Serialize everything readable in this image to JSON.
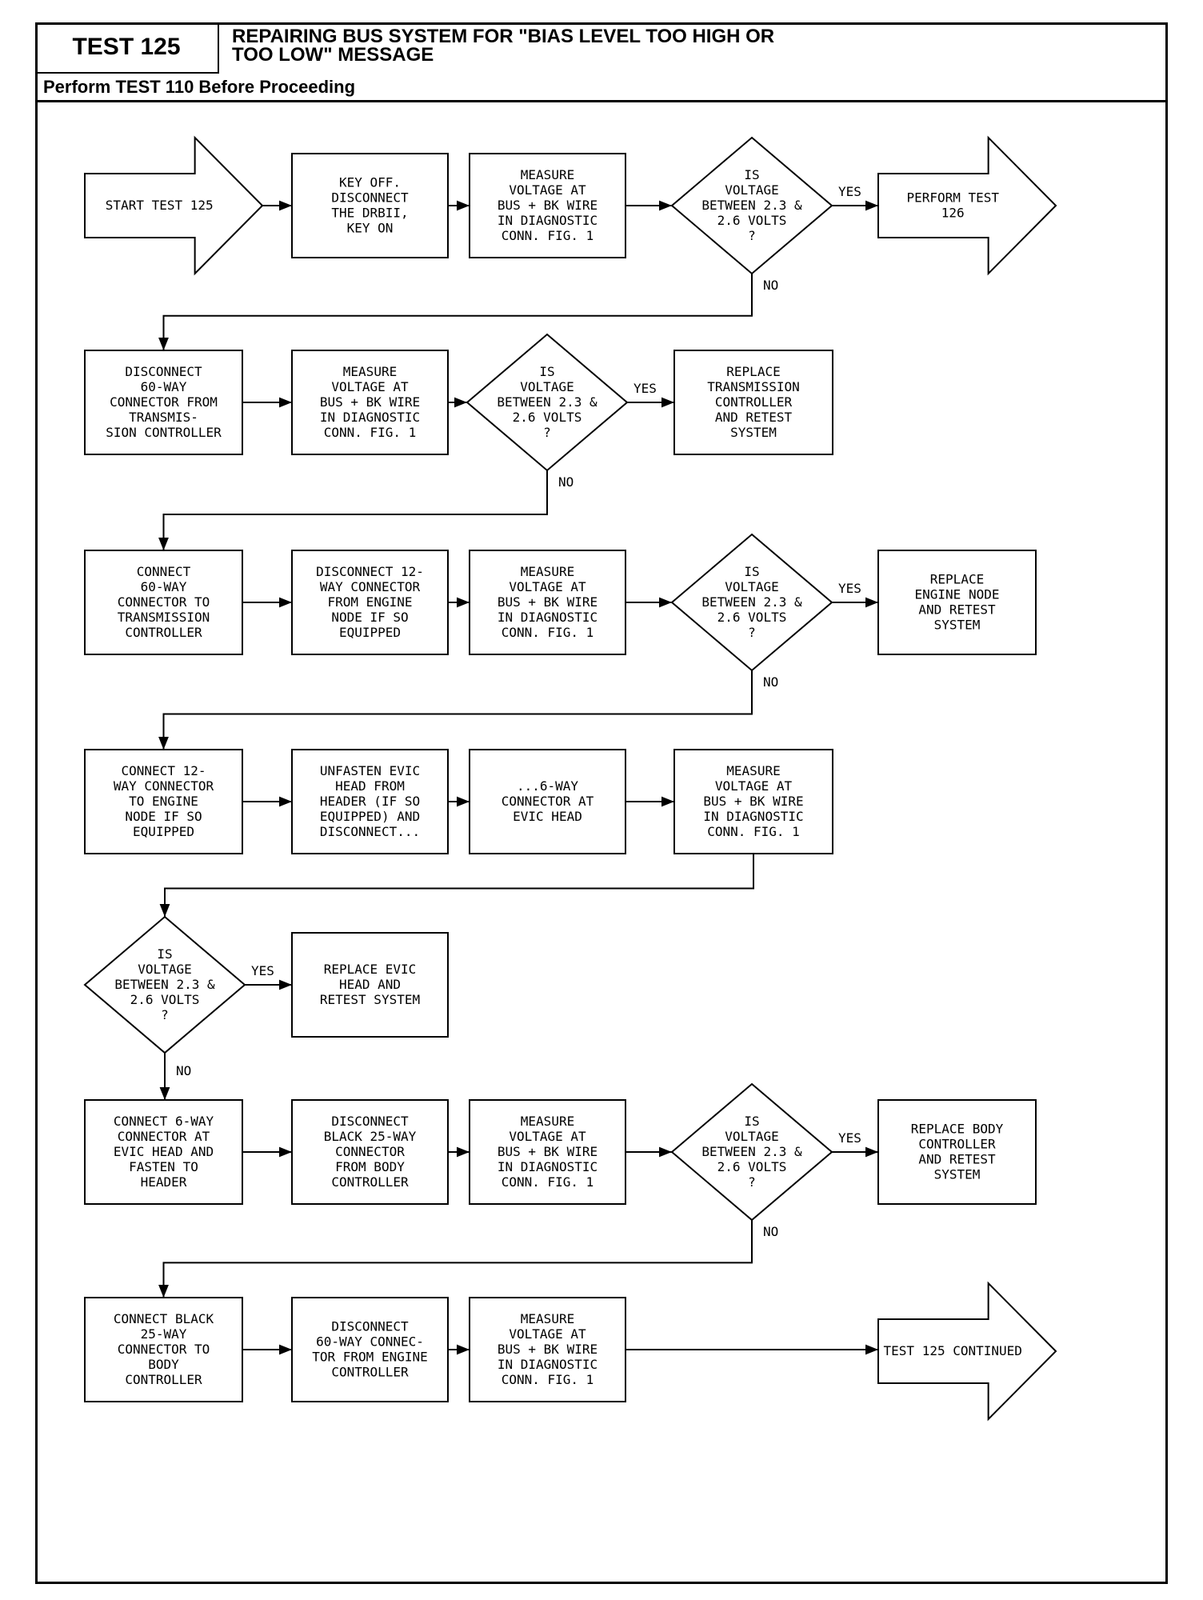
{
  "header": {
    "test_id": "TEST 125",
    "title_line1": "REPAIRING BUS SYSTEM FOR \"BIAS LEVEL TOO HIGH OR",
    "title_line2": "TOO LOW\" MESSAGE",
    "prerequisite": "Perform TEST 110 Before Proceeding"
  },
  "labels": {
    "yes": "YES",
    "no": "NO"
  },
  "nodes": [
    {
      "id": "start",
      "shape": "arrow",
      "lines": [
        "START TEST 125"
      ]
    },
    {
      "id": "key-off",
      "shape": "box",
      "lines": [
        "KEY OFF.",
        "DISCONNECT",
        "THE DRBII,",
        "KEY ON"
      ]
    },
    {
      "id": "measure-1",
      "shape": "box",
      "lines": [
        "MEASURE",
        "VOLTAGE AT",
        "BUS + BK WIRE",
        "IN DIAGNOSTIC",
        "CONN. FIG. 1"
      ]
    },
    {
      "id": "decision-1",
      "shape": "diamond",
      "lines": [
        "IS",
        "VOLTAGE",
        "BETWEEN 2.3 &",
        "2.6 VOLTS",
        "?"
      ]
    },
    {
      "id": "perform-126",
      "shape": "arrow",
      "lines": [
        "PERFORM TEST",
        "126"
      ]
    },
    {
      "id": "disconnect-60",
      "shape": "box",
      "lines": [
        "DISCONNECT",
        "60-WAY",
        "CONNECTOR FROM",
        "TRANSMIS-",
        "SION CONTROLLER"
      ]
    },
    {
      "id": "measure-2",
      "shape": "box",
      "lines": [
        "MEASURE",
        "VOLTAGE AT",
        "BUS + BK WIRE",
        "IN DIAGNOSTIC",
        "CONN. FIG. 1"
      ]
    },
    {
      "id": "decision-2",
      "shape": "diamond",
      "lines": [
        "IS",
        "VOLTAGE",
        "BETWEEN 2.3 &",
        "2.6 VOLTS",
        "?"
      ]
    },
    {
      "id": "replace-trans",
      "shape": "box",
      "lines": [
        "REPLACE",
        "TRANSMISSION",
        "CONTROLLER",
        "AND RETEST",
        "SYSTEM"
      ]
    },
    {
      "id": "connect-60",
      "shape": "box",
      "lines": [
        "CONNECT",
        "60-WAY",
        "CONNECTOR TO",
        "TRANSMISSION",
        "CONTROLLER"
      ]
    },
    {
      "id": "disconnect-12",
      "shape": "box",
      "lines": [
        "DISCONNECT 12-",
        "WAY CONNECTOR",
        "FROM ENGINE",
        "NODE IF SO",
        "EQUIPPED"
      ]
    },
    {
      "id": "measure-3",
      "shape": "box",
      "lines": [
        "MEASURE",
        "VOLTAGE AT",
        "BUS + BK WIRE",
        "IN DIAGNOSTIC",
        "CONN. FIG. 1"
      ]
    },
    {
      "id": "decision-3",
      "shape": "diamond",
      "lines": [
        "IS",
        "VOLTAGE",
        "BETWEEN 2.3 &",
        "2.6 VOLTS",
        "?"
      ]
    },
    {
      "id": "replace-engine-node",
      "shape": "box",
      "lines": [
        "REPLACE",
        "ENGINE NODE",
        "AND RETEST",
        "SYSTEM"
      ]
    },
    {
      "id": "connect-12",
      "shape": "box",
      "lines": [
        "CONNECT 12-",
        "WAY CONNECTOR",
        "TO ENGINE",
        "NODE IF SO",
        "EQUIPPED"
      ]
    },
    {
      "id": "unfasten-evic",
      "shape": "box",
      "lines": [
        "UNFASTEN EVIC",
        "HEAD FROM",
        "HEADER (IF SO",
        "EQUIPPED) AND",
        "DISCONNECT..."
      ]
    },
    {
      "id": "six-way",
      "shape": "box",
      "lines": [
        "...6-WAY",
        "CONNECTOR AT",
        "EVIC HEAD"
      ]
    },
    {
      "id": "measure-4",
      "shape": "box",
      "lines": [
        "MEASURE",
        "VOLTAGE AT",
        "BUS + BK WIRE",
        "IN DIAGNOSTIC",
        "CONN. FIG. 1"
      ]
    },
    {
      "id": "decision-4",
      "shape": "diamond",
      "lines": [
        "IS",
        "VOLTAGE",
        "BETWEEN 2.3 &",
        "2.6 VOLTS",
        "?"
      ]
    },
    {
      "id": "replace-evic",
      "shape": "box",
      "lines": [
        "REPLACE EVIC",
        "HEAD AND",
        "RETEST SYSTEM"
      ]
    },
    {
      "id": "connect-6",
      "shape": "box",
      "lines": [
        "CONNECT 6-WAY",
        "CONNECTOR AT",
        "EVIC HEAD AND",
        "FASTEN TO",
        "HEADER"
      ]
    },
    {
      "id": "disconnect-25",
      "shape": "box",
      "lines": [
        "DISCONNECT",
        "BLACK 25-WAY",
        "CONNECTOR",
        "FROM BODY",
        "CONTROLLER"
      ]
    },
    {
      "id": "measure-5",
      "shape": "box",
      "lines": [
        "MEASURE",
        "VOLTAGE AT",
        "BUS + BK WIRE",
        "IN DIAGNOSTIC",
        "CONN. FIG. 1"
      ]
    },
    {
      "id": "decision-5",
      "shape": "diamond",
      "lines": [
        "IS",
        "VOLTAGE",
        "BETWEEN 2.3 &",
        "2.6 VOLTS",
        "?"
      ]
    },
    {
      "id": "replace-body",
      "shape": "box",
      "lines": [
        "REPLACE BODY",
        "CONTROLLER",
        "AND RETEST",
        "SYSTEM"
      ]
    },
    {
      "id": "connect-25",
      "shape": "box",
      "lines": [
        "CONNECT BLACK",
        "25-WAY",
        "CONNECTOR TO",
        "BODY",
        "CONTROLLER"
      ]
    },
    {
      "id": "disconnect-60-engine",
      "shape": "box",
      "lines": [
        "DISCONNECT",
        "60-WAY CONNEC-",
        "TOR FROM ENGINE",
        "CONTROLLER"
      ]
    },
    {
      "id": "measure-6",
      "shape": "box",
      "lines": [
        "MEASURE",
        "VOLTAGE AT",
        "BUS + BK WIRE",
        "IN DIAGNOSTIC",
        "CONN. FIG. 1"
      ]
    },
    {
      "id": "continued",
      "shape": "arrow",
      "lines": [
        "TEST 125 CONTINUED"
      ]
    }
  ],
  "edges": [
    {
      "from": "start",
      "to": "key-off"
    },
    {
      "from": "key-off",
      "to": "measure-1"
    },
    {
      "from": "measure-1",
      "to": "decision-1"
    },
    {
      "from": "decision-1",
      "to": "perform-126",
      "label": "YES"
    },
    {
      "from": "decision-1",
      "to": "disconnect-60",
      "label": "NO"
    },
    {
      "from": "disconnect-60",
      "to": "measure-2"
    },
    {
      "from": "measure-2",
      "to": "decision-2"
    },
    {
      "from": "decision-2",
      "to": "replace-trans",
      "label": "YES"
    },
    {
      "from": "decision-2",
      "to": "connect-60",
      "label": "NO"
    },
    {
      "from": "connect-60",
      "to": "disconnect-12"
    },
    {
      "from": "disconnect-12",
      "to": "measure-3"
    },
    {
      "from": "measure-3",
      "to": "decision-3"
    },
    {
      "from": "decision-3",
      "to": "replace-engine-node",
      "label": "YES"
    },
    {
      "from": "decision-3",
      "to": "connect-12",
      "label": "NO"
    },
    {
      "from": "connect-12",
      "to": "unfasten-evic"
    },
    {
      "from": "unfasten-evic",
      "to": "six-way"
    },
    {
      "from": "six-way",
      "to": "measure-4"
    },
    {
      "from": "measure-4",
      "to": "decision-4"
    },
    {
      "from": "decision-4",
      "to": "replace-evic",
      "label": "YES"
    },
    {
      "from": "decision-4",
      "to": "connect-6",
      "label": "NO"
    },
    {
      "from": "connect-6",
      "to": "disconnect-25"
    },
    {
      "from": "disconnect-25",
      "to": "measure-5"
    },
    {
      "from": "measure-5",
      "to": "decision-5"
    },
    {
      "from": "decision-5",
      "to": "replace-body",
      "label": "YES"
    },
    {
      "from": "decision-5",
      "to": "connect-25",
      "label": "NO"
    },
    {
      "from": "connect-25",
      "to": "disconnect-60-engine"
    },
    {
      "from": "disconnect-60-engine",
      "to": "measure-6"
    },
    {
      "from": "measure-6",
      "to": "continued"
    }
  ]
}
